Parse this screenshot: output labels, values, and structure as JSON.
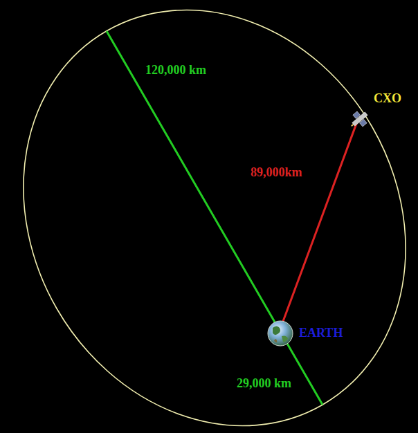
{
  "diagram": {
    "labels": [
      "120,000 km",
      "89,000km",
      "29,000 km",
      "CXO",
      "EARTH"
    ]
  }
}
